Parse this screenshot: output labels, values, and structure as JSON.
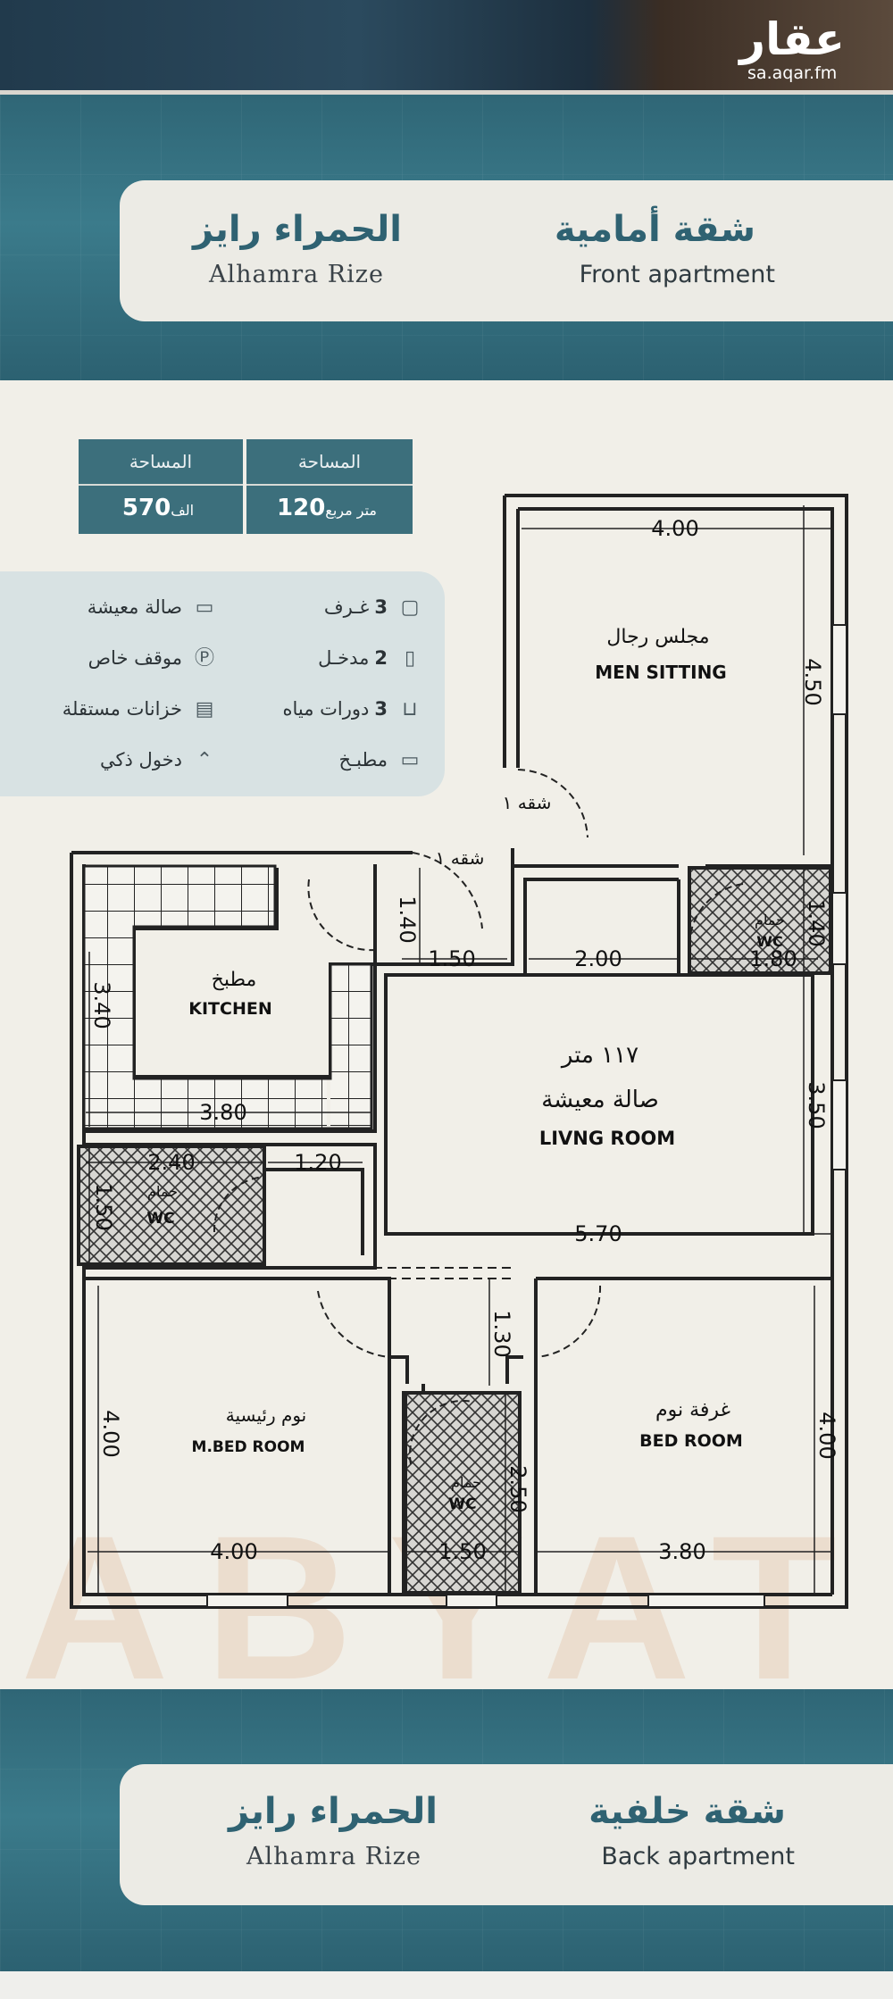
{
  "logo": {
    "arabic": "عقار",
    "url": "sa.aqar.fm"
  },
  "front": {
    "type_ar": "شقة أمامية",
    "type_en": "Front apartment",
    "project_ar": "الحمراء رايز",
    "project_en": "Alhamra Rize"
  },
  "back": {
    "type_ar": "شقة خلفية",
    "type_en": "Back apartment",
    "project_ar": "الحمراء رايز",
    "project_en": "Alhamra Rize"
  },
  "area_boxes": [
    {
      "header": "المساحة",
      "value": "120",
      "unit": "متر مربع"
    },
    {
      "header": "المساحة",
      "value": "570",
      "unit": "الف"
    }
  ],
  "features": [
    {
      "icon": "door-icon",
      "glyph": "▢",
      "count": "3",
      "label": "غـرف"
    },
    {
      "icon": "sofa-icon",
      "glyph": "🛋",
      "count": "",
      "label": "صالة معيشة"
    },
    {
      "icon": "entrance-icon",
      "glyph": "▯",
      "count": "2",
      "label": "مدخـل"
    },
    {
      "icon": "parking-icon",
      "glyph": "Ⓟ",
      "count": "",
      "label": "موقف خاص"
    },
    {
      "icon": "bathtub-icon",
      "glyph": "⊔",
      "count": "3",
      "label": "دورات مياه"
    },
    {
      "icon": "tank-icon",
      "glyph": "▤",
      "count": "",
      "label": "خزانات مستقلة"
    },
    {
      "icon": "stove-icon",
      "glyph": "▭",
      "count": "",
      "label": "مطبـخ"
    },
    {
      "icon": "chevron-up-icon",
      "glyph": "⌃",
      "count": "",
      "label": "دخول ذكي"
    }
  ],
  "plan": {
    "watermark": "ABYAT",
    "rooms": {
      "men_ar": "مجلس رجال",
      "men_en": "MEN SITTING",
      "kitchen_ar": "مطبخ",
      "kitchen_en": "KITCHEN",
      "living_area": "١١٧ متر",
      "living_ar": "صالة معيشة",
      "living_en": "LIVNG ROOM",
      "master_ar": "نوم رئيسية",
      "master_en": "M.BED ROOM",
      "bed_ar": "غرفة نوم",
      "bed_en": "BED ROOM",
      "wc_ar": "حمام",
      "wc_en": "WC",
      "apt1_a": "شقه ١",
      "apt1_b": "شقه ١"
    },
    "dims": {
      "d400a": "4.00",
      "d450": "4.50",
      "d140a": "1.40",
      "d150a": "1.50",
      "d200": "2.00",
      "d180": "1.80",
      "d140b": "1.40",
      "d340": "3.40",
      "d380a": "3.80",
      "d350": "3.50",
      "d240": "2.40",
      "d120": "1.20",
      "d150b": "1.50",
      "d570": "5.70",
      "d130": "1.30",
      "d400b": "4.00",
      "d250": "2.50",
      "d400c": "4.00",
      "d400d": "4.00",
      "d150c": "1.50",
      "d380b": "3.80"
    }
  }
}
